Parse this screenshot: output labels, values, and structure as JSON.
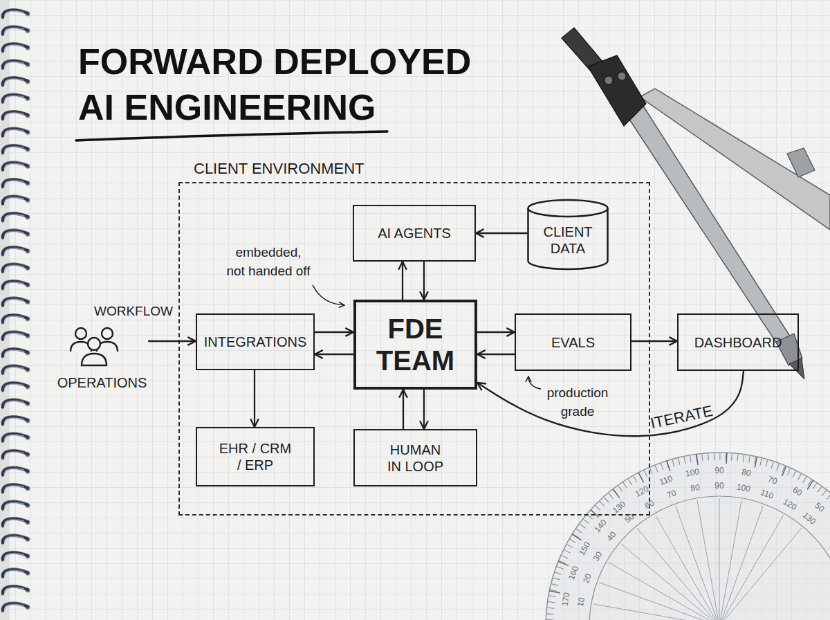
{
  "diagram": {
    "title": "FORWARD DEPLOYED AI ENGINEERING",
    "nodes": [
      {
        "text": [
          "CLIENT ENVIRONMENT"
        ]
      },
      {
        "text": [
          "AI AGENTS"
        ],
        "in": 0
      },
      {
        "text": [
          "CLIENT DATA"
        ],
        "in": 0
      },
      {
        "text": [
          "OPERATIONS"
        ]
      },
      {
        "text": [
          "INTEGRATIONS"
        ],
        "in": 0
      },
      {
        "text": [
          "FDE TEAM"
        ],
        "in": 0
      },
      {
        "text": [
          "EVALS"
        ],
        "in": 0
      },
      {
        "text": [
          "DASHBOARD"
        ]
      },
      {
        "text": [
          "EHR / CRM / ERP"
        ],
        "in": 0
      },
      {
        "text": [
          "HUMAN IN LOOP"
        ],
        "in": 0
      }
    ],
    "edges": [
      {
        "from": 2,
        "to": 1,
        "arrow": "to"
      },
      {
        "from": 5,
        "to": 1,
        "arrow": "to"
      },
      {
        "from": 1,
        "to": 5,
        "arrow": "to"
      },
      {
        "from": 3,
        "to": 4,
        "label": "WORKFLOW",
        "arrow": "to"
      },
      {
        "from": 4,
        "to": 5,
        "arrow": "to"
      },
      {
        "from": 5,
        "to": 4,
        "arrow": "to"
      },
      {
        "from": 4,
        "to": 8,
        "arrow": "to"
      },
      {
        "from": 5,
        "to": 6,
        "arrow": "to"
      },
      {
        "from": 6,
        "to": 5,
        "arrow": "to"
      },
      {
        "from": 6,
        "to": 7,
        "arrow": "to"
      },
      {
        "from": 9,
        "to": 5,
        "arrow": "to"
      },
      {
        "from": 5,
        "to": 9,
        "arrow": "to"
      },
      {
        "from": 7,
        "to": 5,
        "label": "ITERATE",
        "arrow": "to"
      }
    ],
    "labels": [
      "embedded, not handed off",
      "production grade",
      "50",
      "60",
      "70",
      "80",
      "90",
      "100",
      "110",
      "120",
      "130",
      "140",
      "150",
      "160",
      "170",
      "130",
      "120",
      "110",
      "100",
      "90",
      "80",
      "70",
      "60",
      "50",
      "40",
      "30",
      "20",
      "10"
    ]
  }
}
